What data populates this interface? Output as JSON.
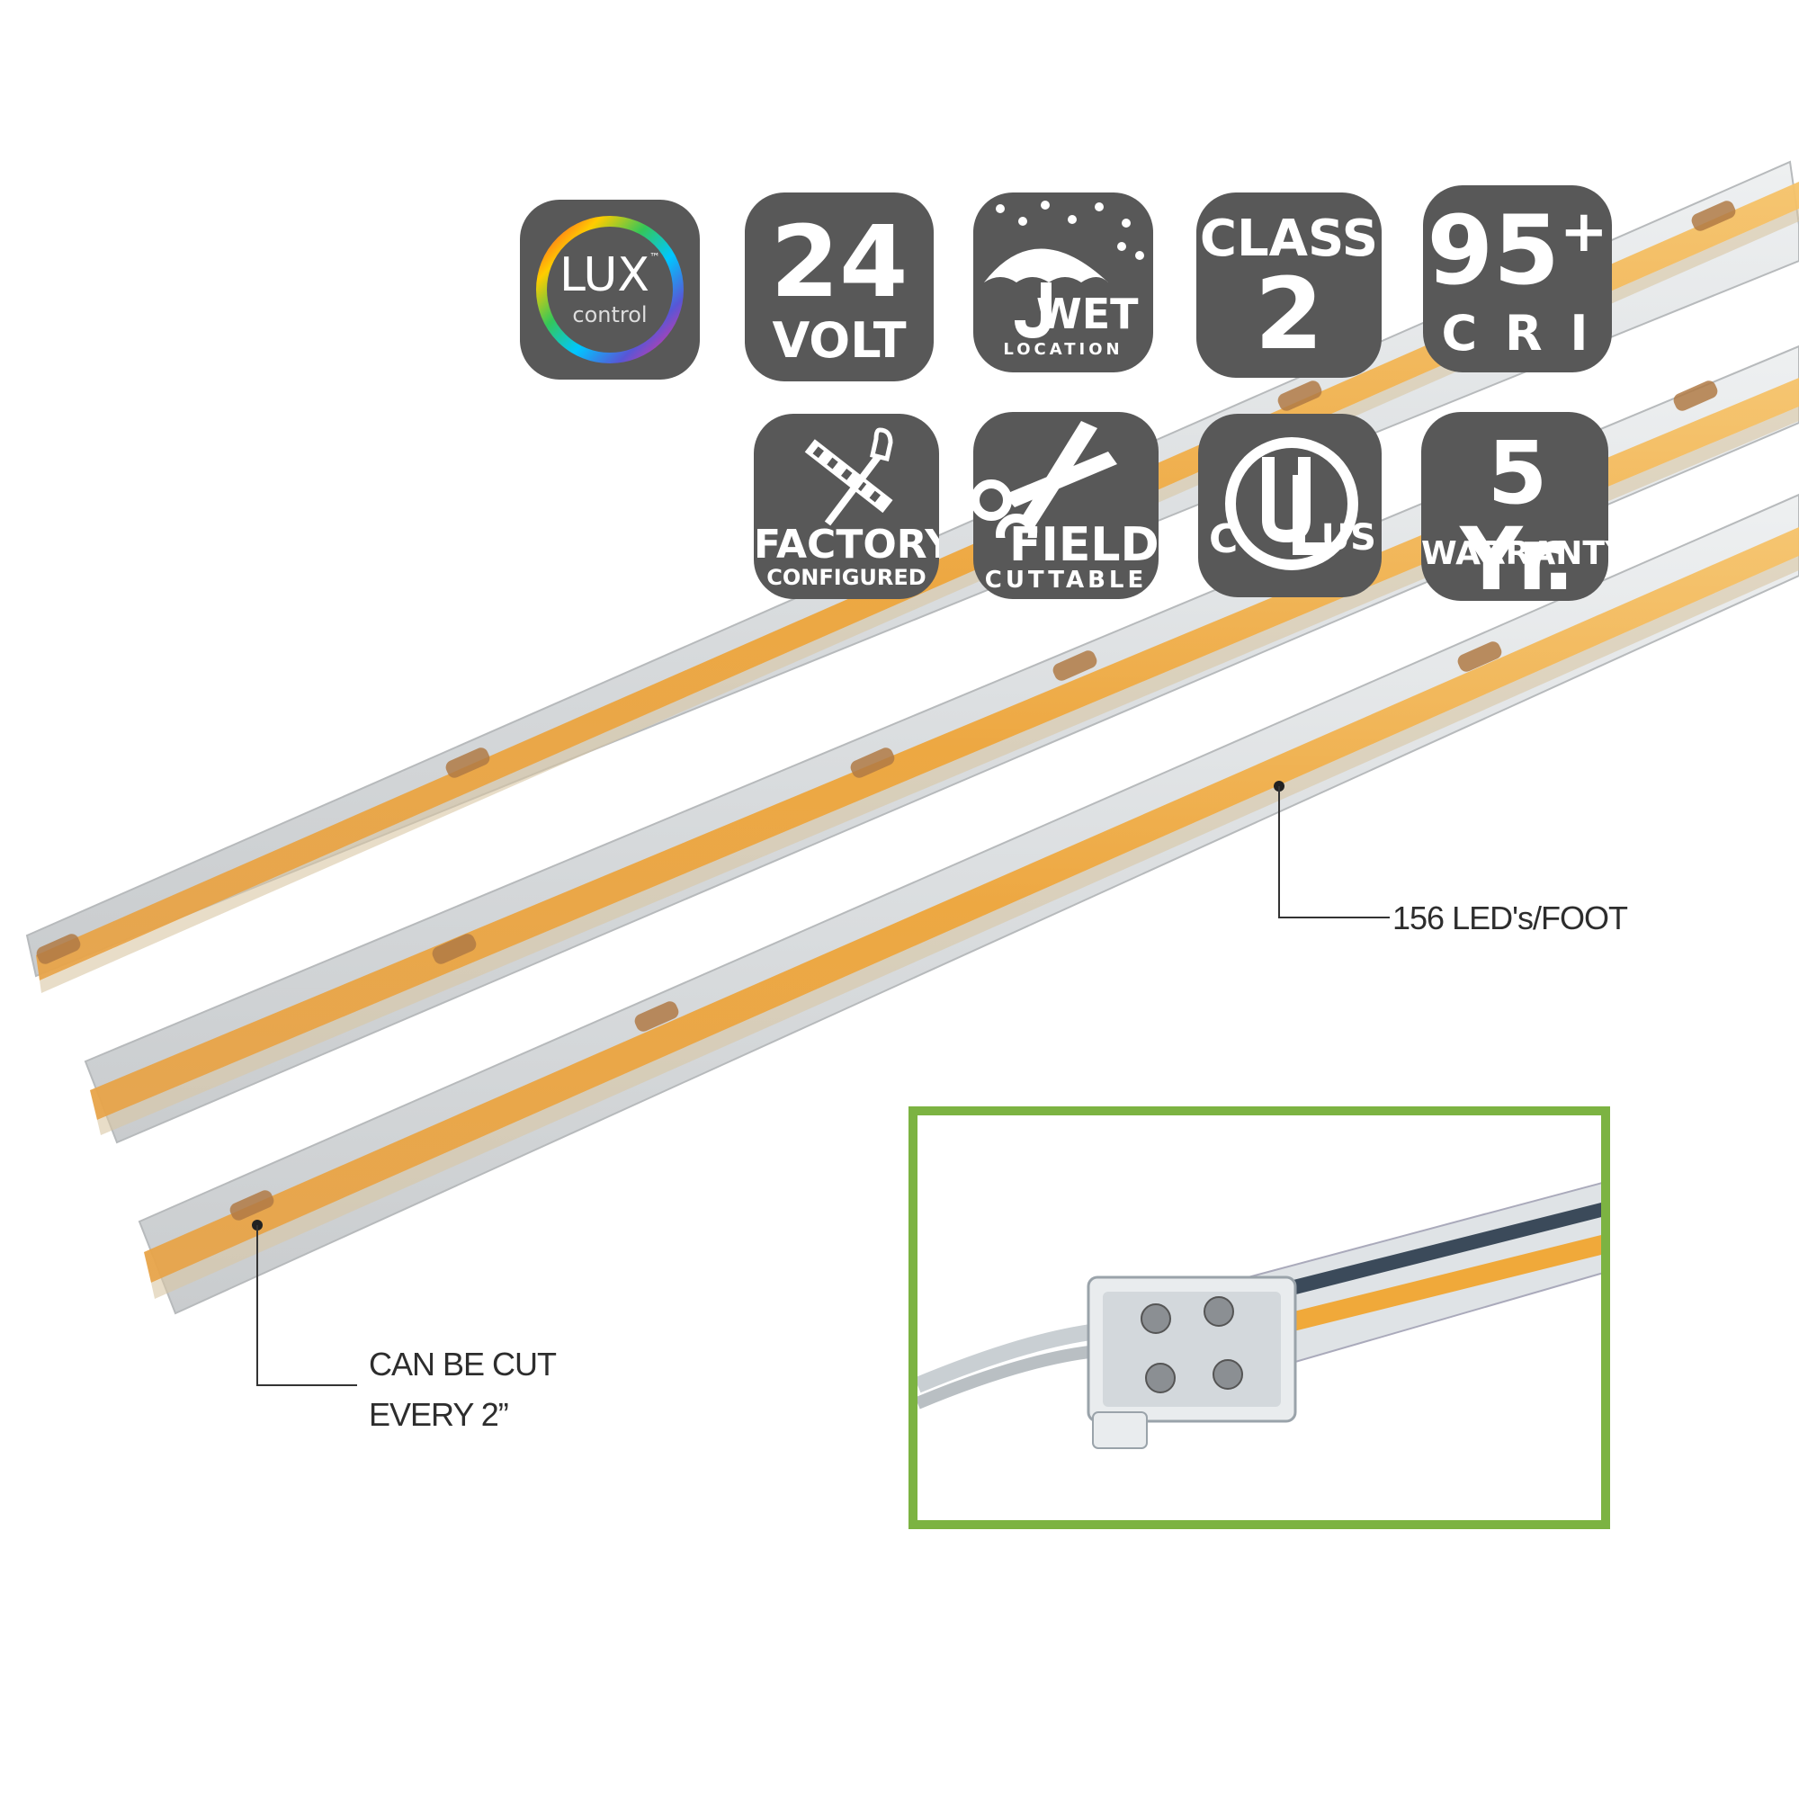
{
  "badges": {
    "lux": {
      "brand": "LUX",
      "tm": "™",
      "sub": "control"
    },
    "volt": {
      "value": "24",
      "label": "VOLT"
    },
    "wet": {
      "line1": "WET",
      "line2": "LOCATION"
    },
    "class2": {
      "line1": "CLASS",
      "line2": "2"
    },
    "cri": {
      "value": "95",
      "plus": "+",
      "label": "C R I"
    },
    "factory": {
      "line1": "FACTORY",
      "line2": "CONFIGURED"
    },
    "field": {
      "line1": "FIELD",
      "line2": "CUTTABLE"
    },
    "ul": {
      "left": "C",
      "top": "U",
      "mark": "L",
      "right": "US"
    },
    "warranty": {
      "value": "5 Yr.",
      "label": "WARRANTY"
    }
  },
  "callouts": {
    "leds_per_foot": "156 LED's/FOOT",
    "cut_line1": "CAN BE CUT",
    "cut_line2": "EVERY 2”"
  },
  "colors": {
    "badge": "#585858",
    "led_amber": "#f0a93a",
    "inset_border": "#7cb342",
    "strip_body": "#e4e6e8"
  },
  "icons": [
    "rainbow-ring-icon",
    "umbrella-rain-icon",
    "led-strip-tool-icon",
    "scissors-icon",
    "ul-logo-icon"
  ]
}
